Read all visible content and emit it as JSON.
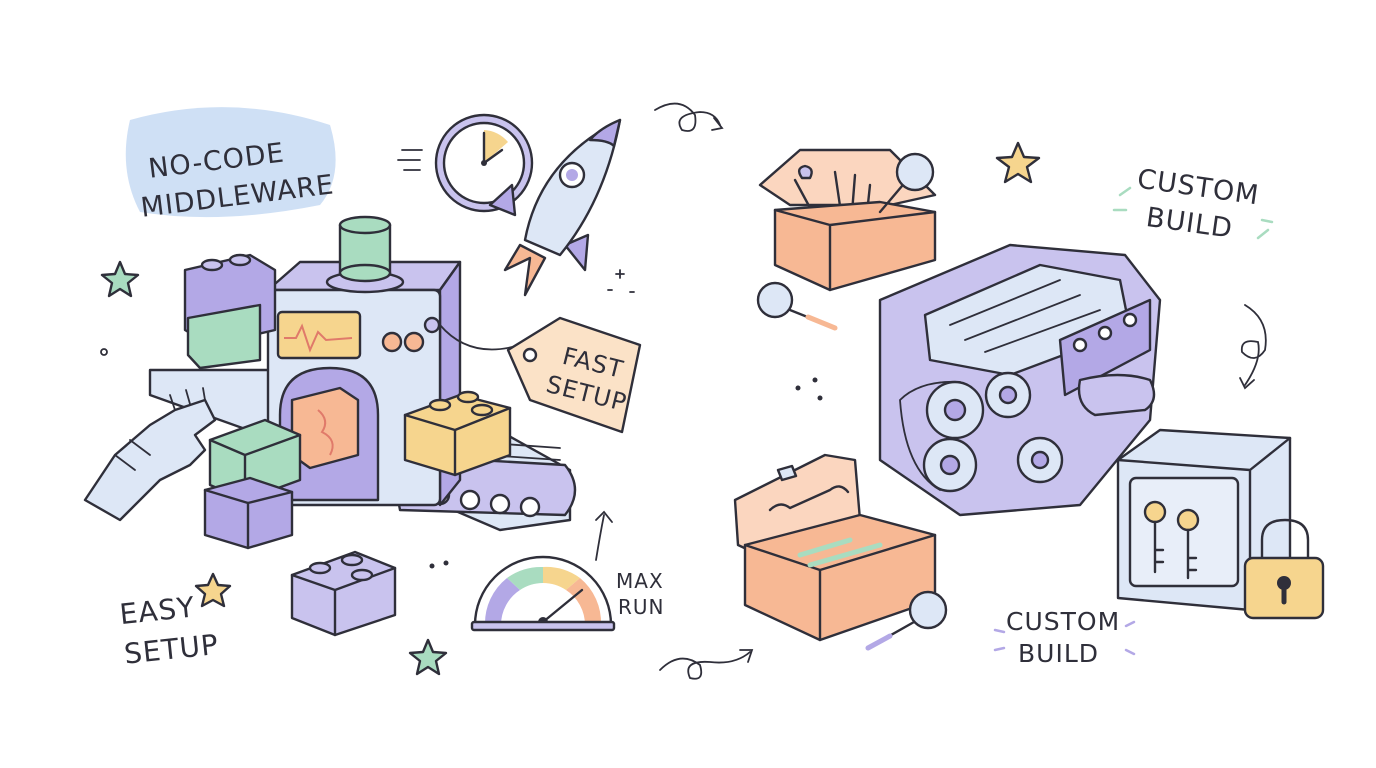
{
  "labels": {
    "no_code_line1": "NO-CODE",
    "no_code_line2": "MIDDLEWARE",
    "fast_line1": "FAST",
    "fast_line2": "SETUP",
    "easy_line1": "EASY",
    "easy_line2": "SETUP",
    "max_line1": "MAX",
    "max_line2": "RUN",
    "custom_top_line1": "CUSTOM",
    "custom_top_line2": "BUILD",
    "custom_bottom_line1": "CUSTOM",
    "custom_bottom_line2": "BUILD"
  },
  "colors": {
    "ink": "#2f2f3a",
    "lavender": "#c9c3ee",
    "purple": "#b3a8e6",
    "mint": "#a9dcc0",
    "peach": "#f7b894",
    "yellow": "#f6d58e",
    "blue_tint": "#dde7f6",
    "highlight": "#cfe0f5"
  },
  "icons": [
    "conveyor-machine-icon",
    "robot-hand-icon",
    "puzzle-piece-icon",
    "lego-brick-icon",
    "clock-icon",
    "rocket-icon",
    "price-tag-icon",
    "speed-gauge-icon",
    "toolbox-icon",
    "magnifier-icon",
    "engine-icon",
    "safe-icon",
    "padlock-icon",
    "key-icon",
    "star-icon"
  ]
}
